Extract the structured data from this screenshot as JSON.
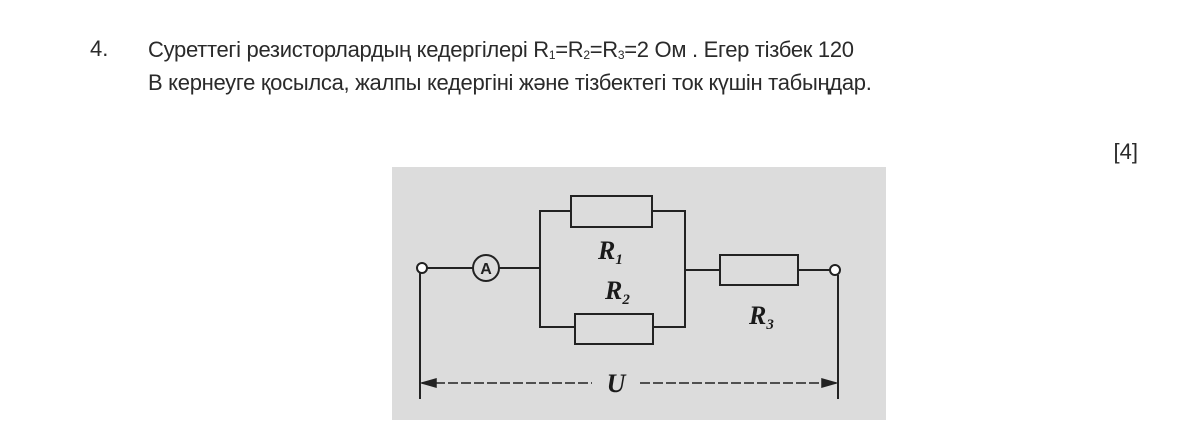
{
  "question": {
    "number": "4.",
    "text_before": "Суреттегі резисторлардың  кедергілері  R",
    "r_statement": [
      "1",
      "=R",
      "2",
      "=R",
      "3",
      "=2 Ом . Егер тізбек 120"
    ],
    "text_after": "В кернеуге қосылса, жалпы кедергіні және тізбектегі ток күшін табыңдар.",
    "marks": "[4]"
  },
  "diagram": {
    "ammeter": "A",
    "r1": "R",
    "r1_sub": "1",
    "r2": "R",
    "r2_sub": "2",
    "r3": "R",
    "r3_sub": "3",
    "voltage": "U"
  }
}
